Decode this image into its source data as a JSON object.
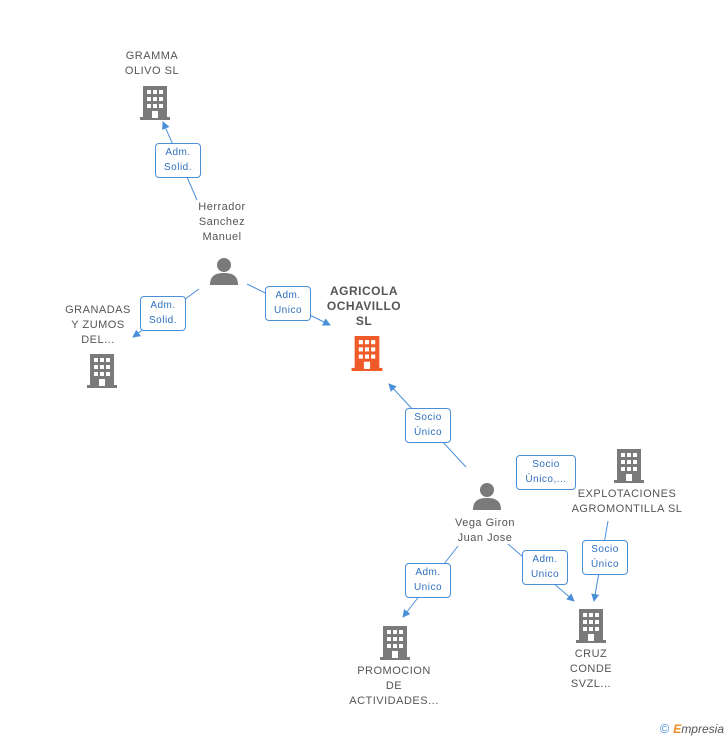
{
  "colors": {
    "edge": "#4a90d9",
    "company": "#7a7a7a",
    "focus_company": "#f05a28",
    "person": "#7a7a7a"
  },
  "nodes": {
    "gramma": {
      "label": "GRAMMA\nOLIVO SL",
      "icon": "building-icon"
    },
    "herrador": {
      "label": "Herrador\nSanchez\nManuel",
      "icon": "person-icon"
    },
    "granadas": {
      "label": "GRANADAS\nY ZUMOS\nDEL...",
      "icon": "building-icon"
    },
    "agricola": {
      "label": "AGRICOLA\nOCHAVILLO\nSL",
      "icon": "building-icon"
    },
    "vega": {
      "label": "Vega Giron\nJuan Jose",
      "icon": "person-icon"
    },
    "explotaciones": {
      "label": "EXPLOTACIONES\nAGROMONTILLA SL",
      "icon": "building-icon"
    },
    "promocion": {
      "label": "PROMOCION\nDE\nACTIVIDADES...",
      "icon": "building-icon"
    },
    "cruz": {
      "label": "CRUZ\nCONDE\nSVZL...",
      "icon": "building-icon"
    }
  },
  "edges": {
    "herrador_gramma": "Adm.\nSolid.",
    "herrador_granadas": "Adm.\nSolid.",
    "herrador_agricola": "Adm.\nUnico",
    "vega_agricola": "Socio\nÚnico",
    "vega_explotaciones": "Socio\nÚnico,...",
    "vega_promocion": "Adm.\nUnico",
    "vega_cruz": "Adm.\nUnico",
    "explotaciones_cruz": "Socio\nÚnico"
  },
  "footer": {
    "copyright": "©",
    "brand_initial": "E",
    "brand_rest": "mpresia"
  }
}
